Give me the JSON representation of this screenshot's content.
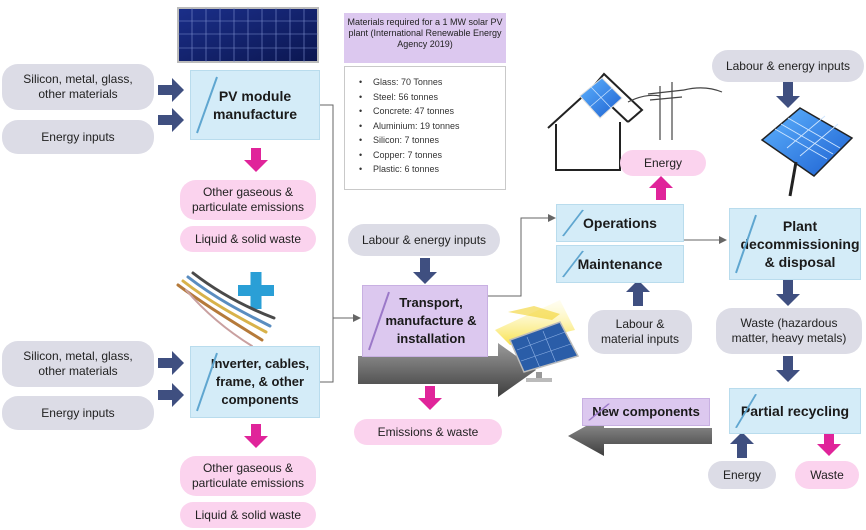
{
  "inputs": {
    "materials_top": "Silicon, metal, glass, other materials",
    "energy_top": "Energy inputs",
    "materials_bottom": "Silicon, metal, glass, other materials",
    "energy_bottom": "Energy inputs"
  },
  "processes": {
    "pv_module": "PV module manufacture",
    "inverter": "Inverter, cables, frame, & other components",
    "transport": "Transport, manufacture & installation",
    "operations": "Operations",
    "maintenance": "Maintenance",
    "decommissioning": "Plant decommissioning & disposal",
    "recycling": "Partial recycling",
    "new_components": "New components"
  },
  "emissions": {
    "gaseous_top": "Other gaseous & particulate emissions",
    "liquid_top": "Liquid & solid waste",
    "gaseous_bottom": "Other gaseous & particulate emissions",
    "liquid_bottom": "Liquid & solid waste",
    "transport_waste": "Emissions & waste",
    "energy_out": "Energy",
    "waste_hazard": "Waste (hazardous matter, heavy metals)",
    "waste": "Waste"
  },
  "other_inputs": {
    "labour_transport": "Labour & energy inputs",
    "labour_decom": "Labour & energy inputs",
    "labour_material": "Labour & material inputs",
    "energy_recycling": "Energy"
  },
  "materials_note": {
    "title": "Materials required for a 1 MW solar PV plant (International Renewable Energy Agency 2019)",
    "items": [
      "Glass: 70 Tonnes",
      "Steel: 56 tonnes",
      "Concrete: 47 tonnes",
      "Aluminium: 19 tonnes",
      "Silicon: 7 tonnes",
      "Copper: 7 tonnes",
      "Plastic: 6 tonnes"
    ]
  },
  "colors": {
    "input_arrow": "#3f4f80",
    "emission_arrow": "#e0249a",
    "plus": "#2a9fd6",
    "process_fill": "#d4ecf8",
    "transport_fill": "#dcc8ef",
    "grey_pill": "#dcdce6",
    "pink_pill": "#fbd3ee"
  }
}
